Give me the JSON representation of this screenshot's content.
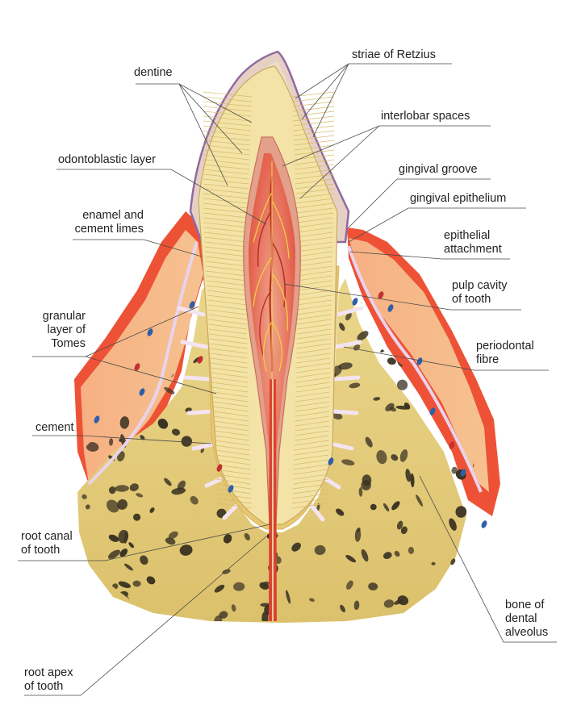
{
  "labels": {
    "dentine": "dentine",
    "odontoblastic_layer": "odontoblastic layer",
    "enamel_cement_limes": [
      "enamel and",
      "cement limes"
    ],
    "granular_layer_tomes": [
      "granular",
      "layer of",
      "Tomes"
    ],
    "cement": "cement",
    "root_canal": [
      "root canal",
      "of tooth"
    ],
    "root_apex": [
      "root apex",
      "of tooth"
    ],
    "striae_retzius": "striae of Retzius",
    "interlobar_spaces": "interlobar spaces",
    "gingival_groove": "gingival groove",
    "gingival_epithelium": "gingival epithelium",
    "epithelial_attachment": [
      "epithelial",
      "attachment"
    ],
    "pulp_cavity": [
      "pulp cavity",
      "of tooth"
    ],
    "periodontal_fibre": [
      "periodontal",
      "fibre"
    ],
    "bone_alveolus": [
      "bone of",
      "dental",
      "alveolus"
    ]
  },
  "colors": {
    "enamel": "#e8d6c8",
    "enamel_edge": "#8e6a9c",
    "dentine": "#f3e2a4",
    "dentine_lines": "#d6b86a",
    "pulp": "#e8705a",
    "pulp_vessel": "#f2d23a",
    "gingiva": "#ef5a3a",
    "gingiva_inner": "#f5a57a",
    "bone": "#e2cc7a",
    "bone_pores": "#3c3524",
    "fibre": "#f1dff0"
  }
}
